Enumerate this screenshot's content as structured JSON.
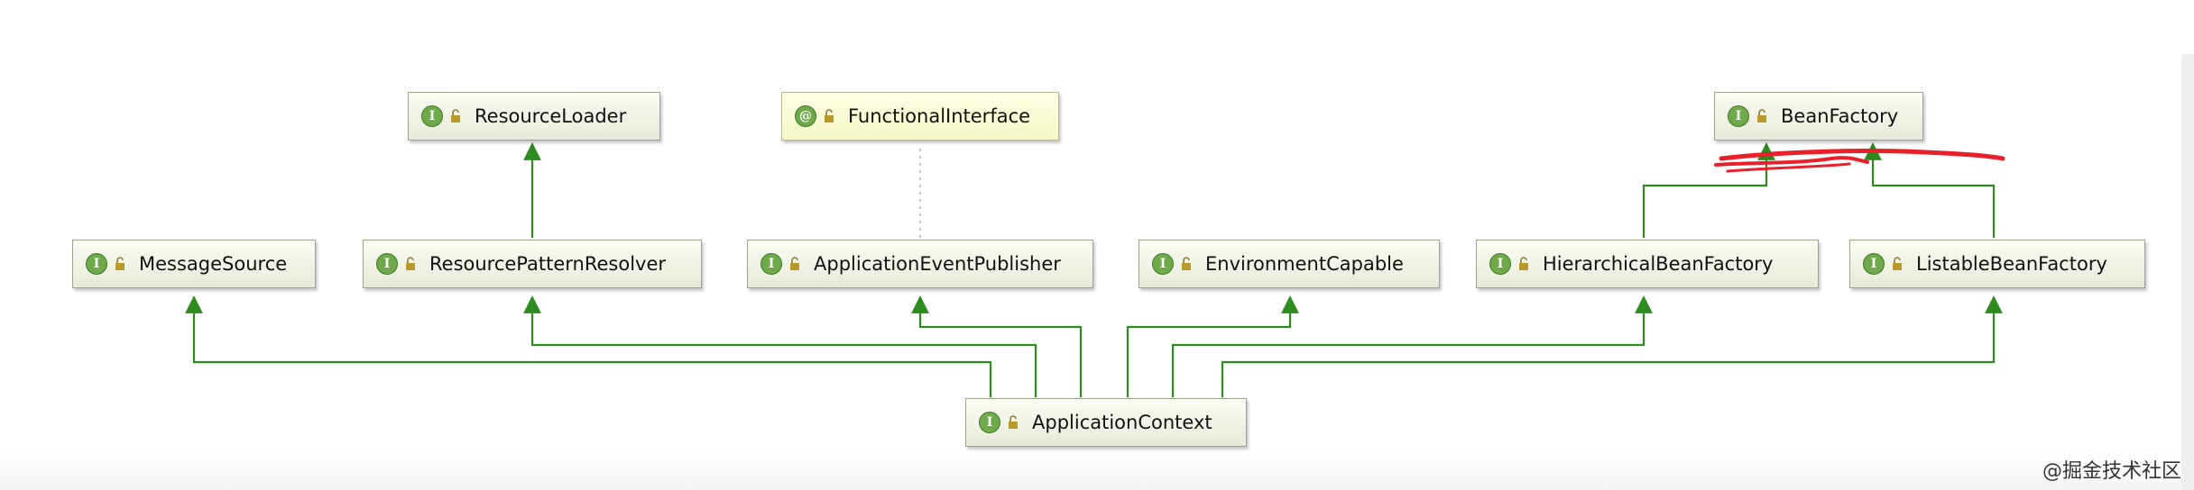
{
  "nodes": {
    "resource_loader": {
      "label": "ResourceLoader",
      "badge": "I"
    },
    "functional_interface": {
      "label": "FunctionalInterface",
      "badge": "@"
    },
    "bean_factory": {
      "label": "BeanFactory",
      "badge": "I"
    },
    "message_source": {
      "label": "MessageSource",
      "badge": "I"
    },
    "resource_pattern_resolver": {
      "label": "ResourcePatternResolver",
      "badge": "I"
    },
    "application_event_publisher": {
      "label": "ApplicationEventPublisher",
      "badge": "I"
    },
    "environment_capable": {
      "label": "EnvironmentCapable",
      "badge": "I"
    },
    "hierarchical_bean_factory": {
      "label": "HierarchicalBeanFactory",
      "badge": "I"
    },
    "listable_bean_factory": {
      "label": "ListableBeanFactory",
      "badge": "I"
    },
    "application_context": {
      "label": "ApplicationContext",
      "badge": "I"
    }
  },
  "edges": [
    {
      "from": "application_context",
      "to": "message_source",
      "style": "extends"
    },
    {
      "from": "application_context",
      "to": "resource_pattern_resolver",
      "style": "extends"
    },
    {
      "from": "application_context",
      "to": "application_event_publisher",
      "style": "extends"
    },
    {
      "from": "application_context",
      "to": "environment_capable",
      "style": "extends"
    },
    {
      "from": "application_context",
      "to": "hierarchical_bean_factory",
      "style": "extends"
    },
    {
      "from": "application_context",
      "to": "listable_bean_factory",
      "style": "extends"
    },
    {
      "from": "resource_pattern_resolver",
      "to": "resource_loader",
      "style": "extends"
    },
    {
      "from": "hierarchical_bean_factory",
      "to": "bean_factory",
      "style": "extends"
    },
    {
      "from": "listable_bean_factory",
      "to": "bean_factory",
      "style": "extends"
    },
    {
      "from": "application_event_publisher",
      "to": "functional_interface",
      "style": "annotation"
    }
  ],
  "colors": {
    "edge": "#2e8b1e",
    "annotation_edge": "#b0b0b0",
    "red_mark": "#e8202a",
    "badge": "#6fa94a",
    "lock": "#b79a2a"
  },
  "watermark": "@掘金技术社区"
}
